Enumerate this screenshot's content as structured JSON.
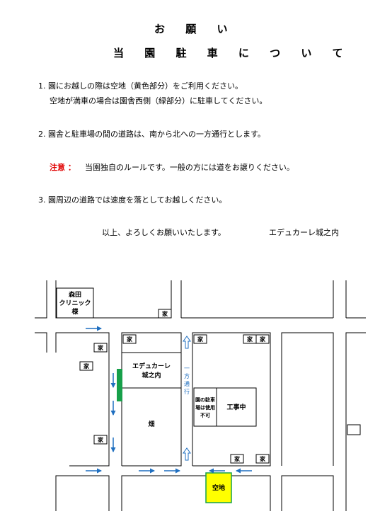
{
  "heading": {
    "title1": "お 願 い",
    "title2": "当 園 駐 車 に つ い て"
  },
  "items": {
    "i1_line1": "1. 園にお越しの際は空地（黄色部分）をご利用ください。",
    "i1_line2": "空地が満車の場合は園舎西側（緑部分）に駐車してください。",
    "i2": "2. 園舎と駐車場の間の道路は、南から北への一方通行とします。",
    "note_label": "注意 ：",
    "note_text": "当園独自のルールです。一般の方には道をお譲りください。",
    "i3": "3. 園周辺の道路では速度を落としてお越しください。"
  },
  "closing": {
    "text": "以上、よろしくお願いいたします。",
    "signature": "エデュカーレ城之内"
  },
  "map": {
    "morita_line1": "森田",
    "morita_line2": "クリニック",
    "morita_line3": "様",
    "house": "家",
    "edu_line1": "エデュカーレ",
    "edu_line2": "城之内",
    "field": "畑",
    "one_way": [
      "一",
      "方",
      "通",
      "行"
    ],
    "no_parking": [
      "園の駐車",
      "場は使用",
      "不可"
    ],
    "construction": "工事中",
    "vacant_lot": "空地",
    "colors": {
      "road_arrow": "#1f6fc0",
      "green_parking": "#17a04a",
      "yellow_lot": "#ffff00"
    }
  }
}
